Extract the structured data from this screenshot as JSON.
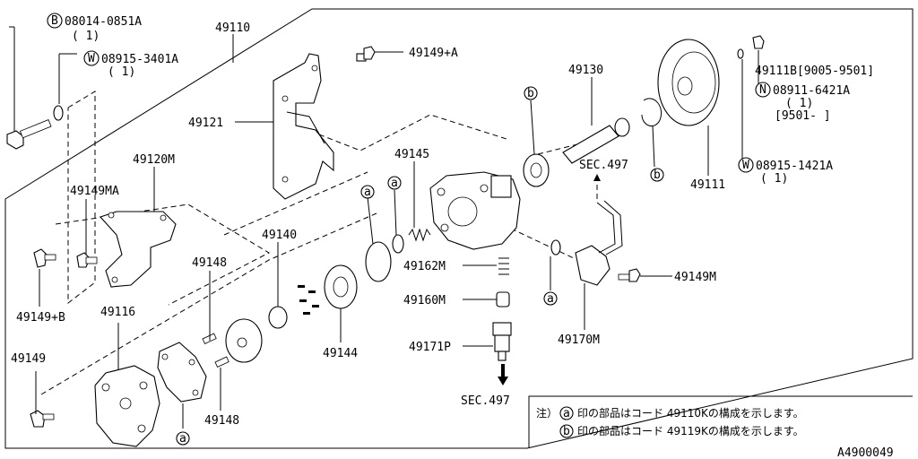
{
  "labels": {
    "b1_code": "B",
    "b1_part": "08014-0851A",
    "b1_qty": "( 1)",
    "w1_code": "W",
    "w1_part": "08915-3401A",
    "w1_qty": "( 1)",
    "p49110": "49110",
    "p49149a": "49149+A",
    "p49121": "49121",
    "p49120m": "49120M",
    "p49149ma": "49149MA",
    "p49149b": "49149+B",
    "p49116": "49116",
    "p49149": "49149",
    "p49148a": "49148",
    "p49148b": "49148",
    "p49140": "49140",
    "p49144": "49144",
    "p49145": "49145",
    "p49162m": "49162M",
    "p49160m": "49160M",
    "p49171p": "49171P",
    "sec497a": "SEC.497",
    "sec497b": "SEC.497",
    "p49130": "49130",
    "p49170m": "49170M",
    "p49149m": "49149M",
    "p49111": "49111",
    "p49111b": "49111B[9005-9501]",
    "n1_code": "N",
    "n1_part": "08911-6421A",
    "n1_qty": "( 1)",
    "n1_range": "[9501-     ]",
    "w2_code": "W",
    "w2_part": "08915-1421A",
    "w2_qty": "( 1)",
    "mark_a": "a",
    "mark_b": "b"
  },
  "notes": {
    "prefix": "注）",
    "line1": "印の部品はコード  49110Kの構成を示します。",
    "line2": "印の部品はコード  49119Kの構成を示します。"
  },
  "footer": {
    "drawing_number": "A4900049"
  }
}
